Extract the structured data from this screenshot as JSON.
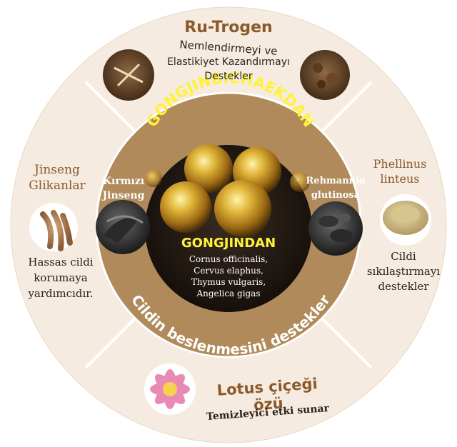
{
  "top": {
    "title": "Ru-Trogen",
    "desc_line1": "Nemlendirmeyi ve",
    "desc_line2": "Elastikiyet Kazandırmayı",
    "desc_line3": "Destekler"
  },
  "left": {
    "title_line1": "Jinseng",
    "title_line2": "Glikanlar",
    "desc_line1": "Hassas cildi",
    "desc_line2": "korumaya",
    "desc_line3": "yardımcıdır."
  },
  "right": {
    "title_line1": "Phellinus",
    "title_line2": "linteus",
    "desc_line1": "Cildi",
    "desc_line2": "sıkılaştırmayı",
    "desc_line3": "destekler"
  },
  "bottom": {
    "title": "Lotus çiçeği özü",
    "desc": "Temizleyici etki sunar"
  },
  "ring": {
    "arc_top": "GONGJINBICHAEKDAN",
    "arc_bottom": "Cildin beslenmesini destekler",
    "left_label_line1": "Kırmızı",
    "left_label_line2": "Jinseng",
    "right_label_line1": "Rehmannia",
    "right_label_line2": "glutinosa"
  },
  "center": {
    "title": "GONGJINDAN",
    "items": [
      "Cornus officinalis,",
      "Cervus elaphus,",
      "Thymus vulgaris,",
      "Angelica gigas"
    ]
  },
  "colors": {
    "outer_ring": "#f6ebe0",
    "middle_ring": "#b08a5b",
    "accent_gold": "#fff23a",
    "title_brown": "#8a5a2b",
    "text_dark": "#2b2118"
  }
}
